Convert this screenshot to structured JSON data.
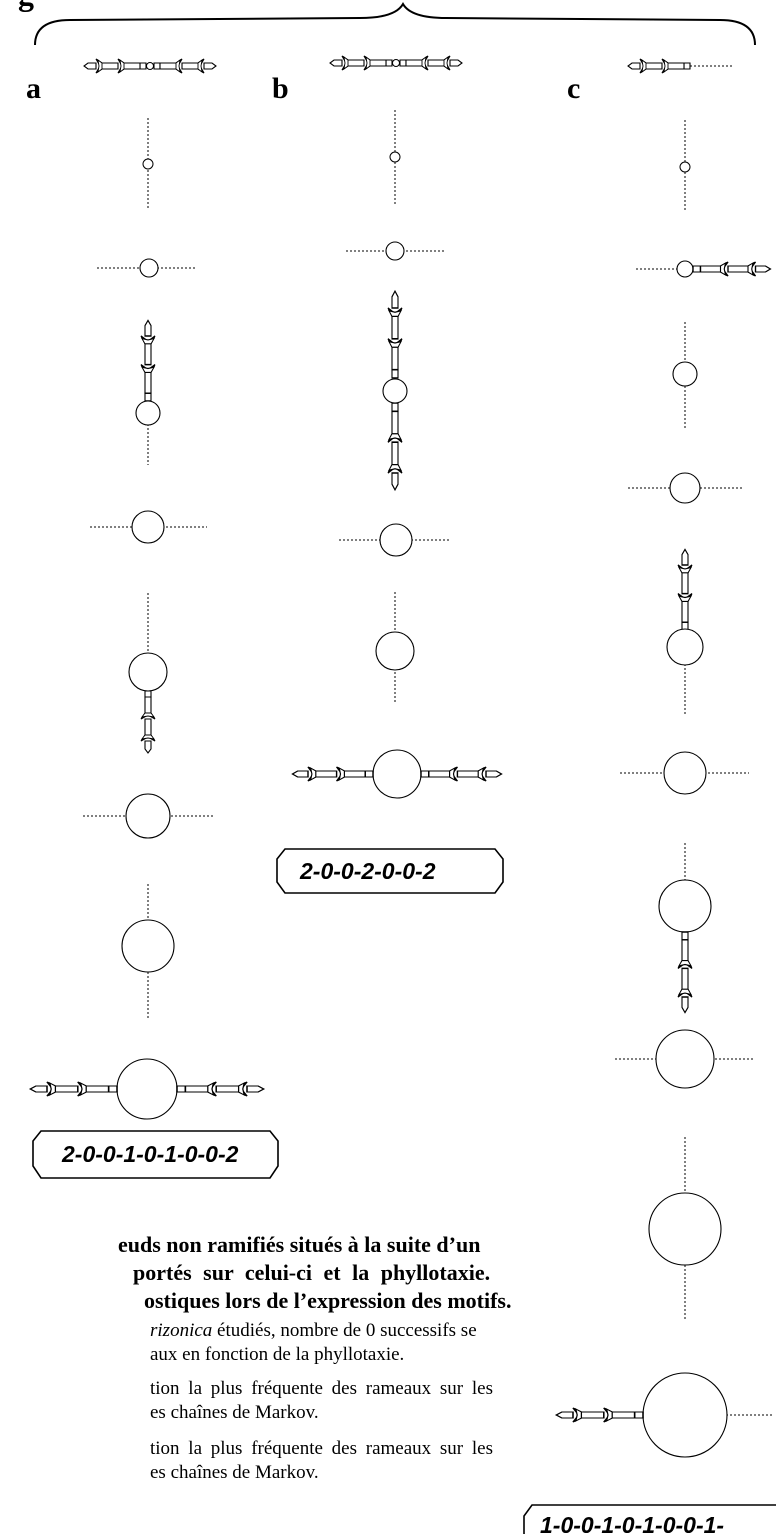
{
  "header": {
    "title_fragment": "g"
  },
  "columns": [
    {
      "letter": "a",
      "sequence": "2-0-0-1-0-1-0-0-2"
    },
    {
      "letter": "b",
      "sequence": "2-0-0-2-0-0-2"
    },
    {
      "letter": "c",
      "sequence": "1-0-0-1-0-1-0-0-1-"
    }
  ],
  "caption": {
    "bold_line_1": "euds non ramifiés situés à la suite d’un",
    "bold_line_2": "portés sur celui-ci et la phyllotaxie.",
    "bold_line_3": "ostiques lors de l’expression des motifs.",
    "line_4_italic": "rizonica",
    "line_4_rest": " étudiés, nombre de 0 successifs se",
    "line_5": "aux en fonction de la phyllotaxie.",
    "line_6": "tion la plus fréquente des rameaux sur les",
    "line_7": "es chaînes de Markov.",
    "line_8": "tion la plus fréquente des rameaux sur les",
    "line_9": "es chaînes de Markov."
  }
}
